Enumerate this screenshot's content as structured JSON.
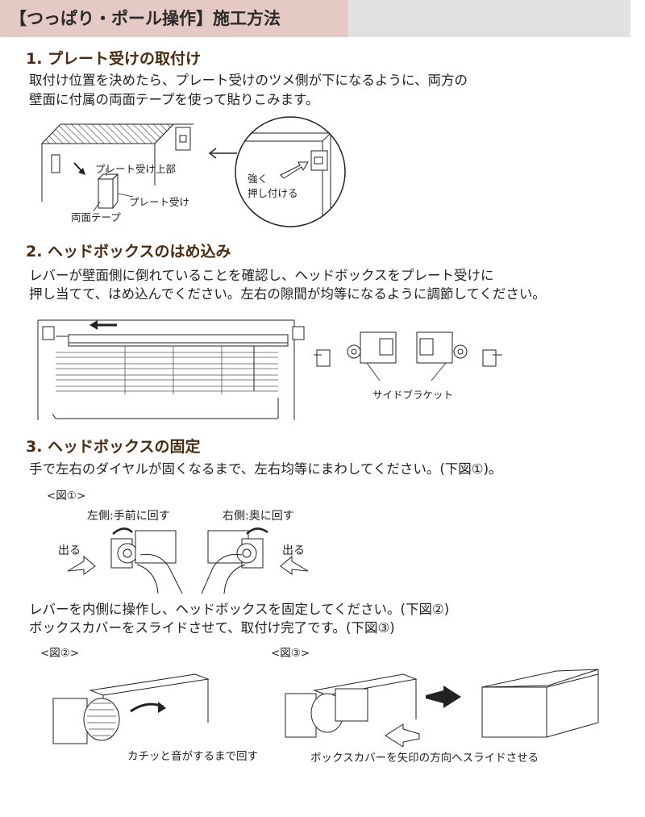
{
  "header": {
    "title": "【つっぱり・ポール操作】施工方法"
  },
  "sections": [
    {
      "title": "1. プレート受けの取付け",
      "lines": [
        "取付け位置を決めたら、プレート受けのツメ側が下になるように、両方の",
        "壁面に付属の両面テープを使って貼りこみます。"
      ],
      "labels": {
        "plate_top": "プレート受け上部",
        "plate": "プレート受け",
        "tape": "両面テープ",
        "press_1": "強く",
        "press_2": "押し付ける"
      }
    },
    {
      "title": "2. ヘッドボックスのはめ込み",
      "lines": [
        "レバーが壁面側に倒れていることを確認し、ヘッドボックスをプレート受けに",
        "押し当てて、はめ込んでください。左右の隙間が均等になるように調節してください。"
      ],
      "labels": {
        "side_bracket": "サイドブラケット"
      }
    },
    {
      "title": "3. ヘッドボックスの固定",
      "lines": [
        "手で左右のダイヤルが固くなるまで、左右均等にまわしてください。(下図①)。"
      ],
      "fig1": {
        "caption": "<図①>",
        "left": "左側:手前に回す",
        "right": "右側:奥に回す",
        "out_left": "出る",
        "out_right": "出る"
      },
      "lines2": [
        "レバーを内側に操作し、ヘッドボックスを固定してください。(下図②)",
        "ボックスカバーをスライドさせて、取付け完了です。(下図③)"
      ],
      "fig2": {
        "caption": "<図②>",
        "note": "カチッと音がするまで回す"
      },
      "fig3": {
        "caption": "<図③>",
        "note": "ボックスカバーを矢印の方向へスライドさせる"
      }
    }
  ]
}
